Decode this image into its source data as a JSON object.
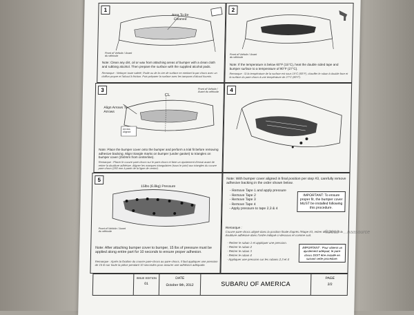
{
  "steps": [
    {
      "num": "1",
      "label": "Area To Be Cleaned",
      "front": "Front of Vehicle / Avant du véhicule",
      "note": "Note: Clean any dirt, oil or wax from attaching areas of bumper with a clean cloth and rubbing alcohol. Then prepare the surface with the supplied alcohol pads.",
      "fr": "Remarque : Nettoyer toute saleté, l'huile ou de la cire de surface en mettant la par-chocs avec un chiffon propre et l'alcool à friction. Puis préparer la surface avec les tampons d'alcool fournis."
    },
    {
      "num": "2",
      "front": "Front of Vehicle / Avant du véhicule",
      "note": "Note: If the temperature is below 60°F (15°C), heat the double sided tape and bumper surface to a temperature of 80°F (27°C).",
      "fr": "Remarque : Si la température de la surface est sous 15°C (60°F), chauffer le ruban à double face et la surface du pare-chocs à une température de 27°C (80°F)."
    },
    {
      "num": "3",
      "label": "Align Arrows To Arrows",
      "label2": "Arrows Aligned",
      "cl": "CL",
      "front": "Front of Vehicle / Avant du véhicule",
      "note": "Note: Place the bumper cover onto the bumper and perform a trial fit before removing adhesive backing. Align triangle marks on bumper (under gasket) to triangles on bumper cover (250mm from centerline).",
      "fr": "Remarque : Placer le couvre pare-chocs sur le pare-chocs et faire un ajustement d'essai avant de retirer la doublure adhésive. Aligner les marques triangulaires (sous le joint) aux triangles du couvre pare-chocs (250 mm à partir de la ligne de centre)."
    },
    {
      "num": "4"
    },
    {
      "num": "5",
      "pressure": "15lbs (6.8kg) Pressure",
      "front": "Front of Vehicle / Avant du véhicule",
      "note": "Note: After attaching bumper cover to bumper, 15 lbs of pressure must be applied along entire part for 10 seconds to ensure proper adhesion.",
      "fr": "Remarque : Après la fixation du couvre pare-chocs au pare-chocs, il faut appliquer une pression de 15 lb sur toute la pièce pendant 10 secondes pour assurer une adhésion adéquate."
    }
  ],
  "right_note": "Note: With bumper cover aligned in final position per step #3, carefully remove adhesive backing in the order shown below.",
  "tape_steps": [
    "- Remove Tape 1 and apply pressure",
    "- Remove Tape 2",
    "- Remove Tape 3",
    "- Remove Tape 4",
    "- Apply pressure to tape 2,3 & 4"
  ],
  "important": "IMPORTANT: To ensure proper fit, the bumper cover MUST be installed following this procedure.",
  "remarque_title": "Remarque :",
  "remarque": "Couvre pare-chocs aligné dans la position finale d'après l'étape #3, retirer délicatement la doublure adhésive dans l'ordre indiqué ci-dessous et comme suit.",
  "fr_steps": [
    "- Retirer le ruban 1 et appliquer une pression.",
    "- Retirer le ruban 2",
    "- Retirer le ruban 3",
    "- Retirer le ruban 4",
    "- Appliquer une pression sur les rubans 2,3 et 4"
  ],
  "important_fr": "IMPORTANT : Pour obtenir un ajustement adéquat, le pare-chocs DOIT être installé en suivant cette procédure.",
  "footer": {
    "issue_label": "ISSUE EDITION",
    "issue": "01",
    "date_label": "DATE",
    "date": "October 9th, 2012",
    "company": "SUBARU OF AMERICA",
    "page_label": "PAGE",
    "page": "2/2"
  },
  "watermark": "©2012 - ...naasource"
}
